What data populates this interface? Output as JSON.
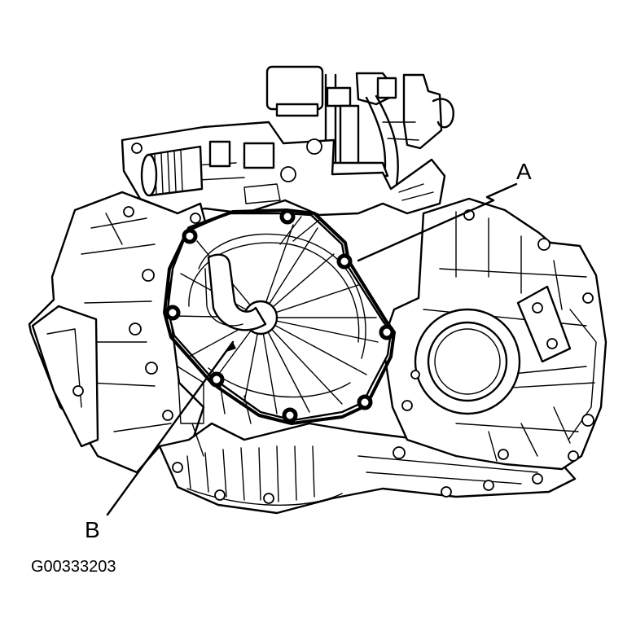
{
  "callouts": {
    "a": "A",
    "b": "B"
  },
  "figure_id": "G00333203",
  "icons": {
    "gasket": "gasket-outline",
    "bolts": "cover-bolt"
  },
  "colors": {
    "line": "#000000",
    "background": "#ffffff"
  }
}
